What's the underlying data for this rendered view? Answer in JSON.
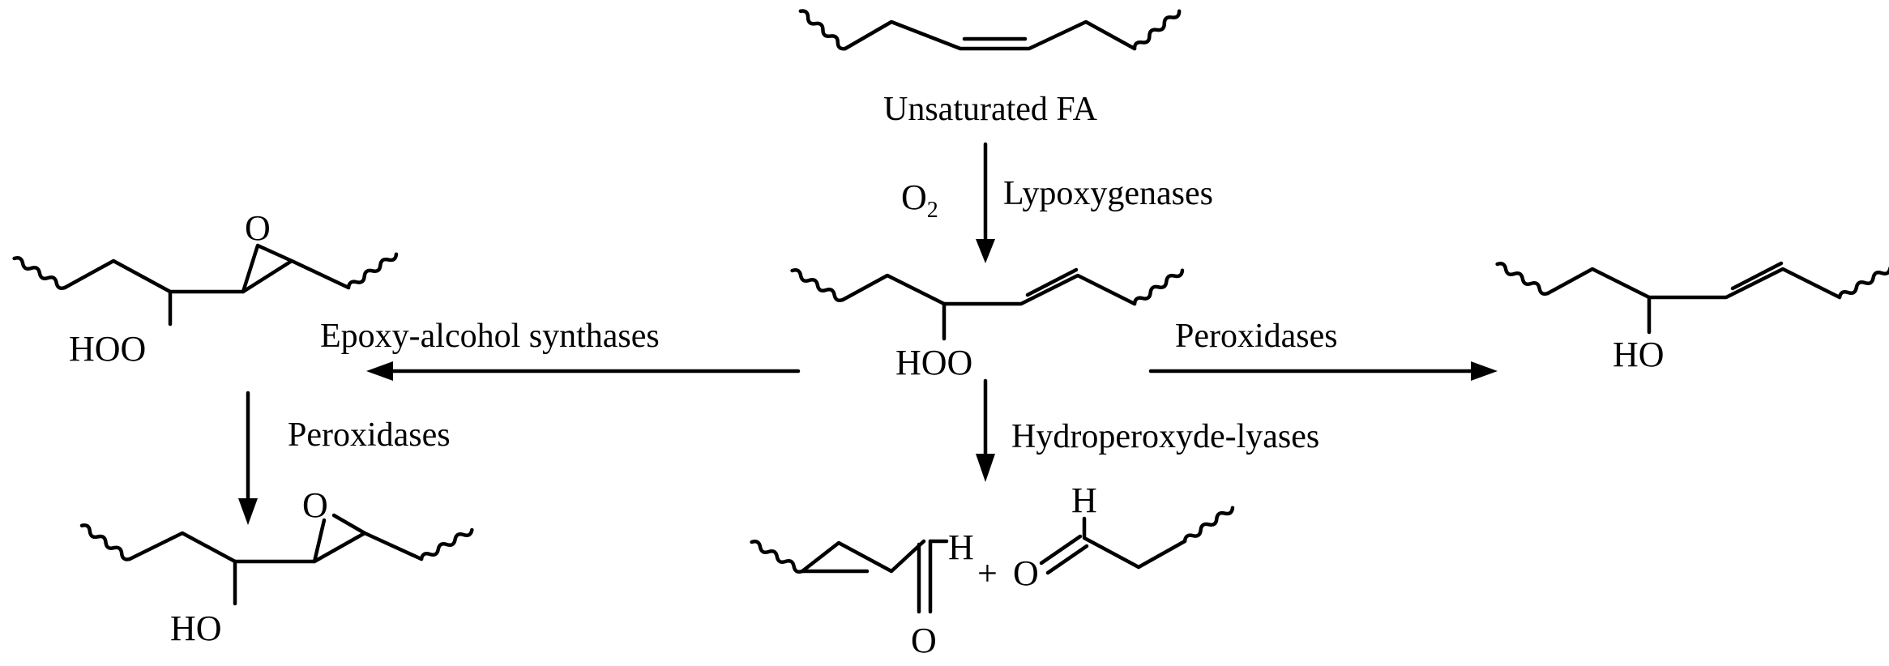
{
  "diagram": {
    "title": "",
    "molecules": {
      "unsaturated_fa": {
        "caption": "Unsaturated FA"
      },
      "hydroperoxide": {
        "group": "HOO"
      },
      "epoxy_hydroperoxide": {
        "group": "HOO",
        "epoxide_atom": "O"
      },
      "epoxy_alcohol": {
        "group": "HO",
        "epoxide_atom": "O"
      },
      "hydroxy_fa": {
        "group": "HO"
      },
      "aldehyde_left": {
        "carbonyl_o": "O",
        "aldehyde_h": "H"
      },
      "plus": "+",
      "aldehyde_right": {
        "carbonyl_o": "O",
        "aldehyde_h": "H"
      }
    },
    "reactions": {
      "lipoxygenase": {
        "cofactor_main": "O",
        "cofactor_sub": "2",
        "enzyme": "Lypoxygenases"
      },
      "epoxy_alcohol_synthase": {
        "enzyme": "Epoxy-alcohol synthases"
      },
      "peroxidase_right": {
        "enzyme": "Peroxidases"
      },
      "peroxidase_left": {
        "enzyme": "Peroxidases"
      },
      "hydroperoxide_lyase": {
        "enzyme": "Hydroperoxyde-lyases"
      }
    }
  }
}
